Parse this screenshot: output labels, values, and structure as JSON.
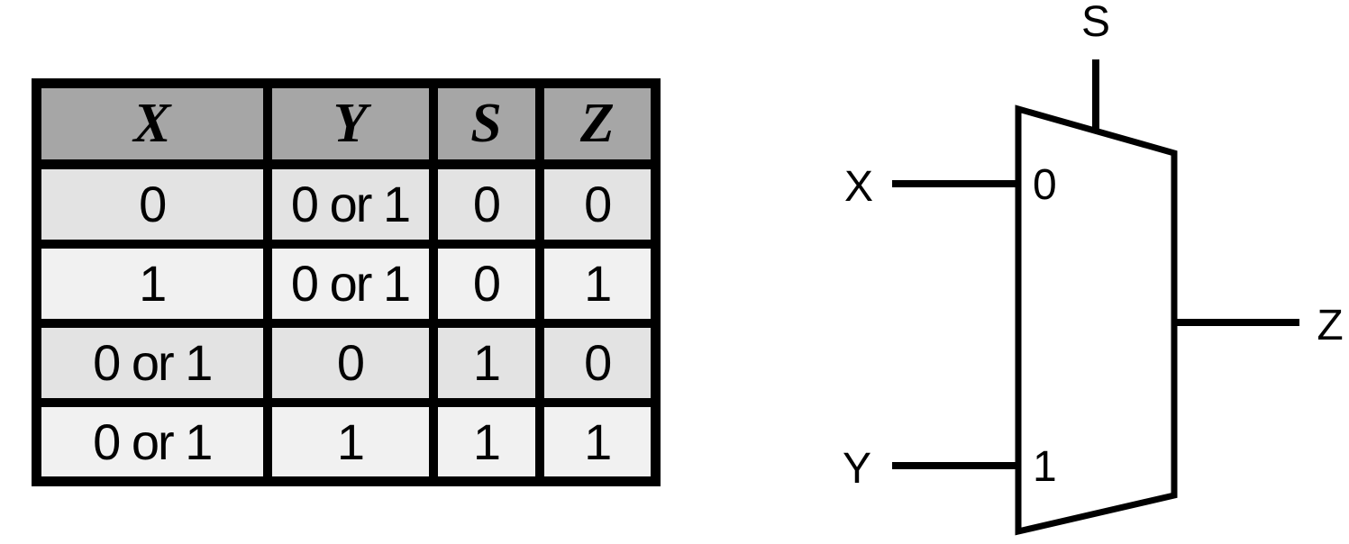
{
  "figure": {
    "description": "2-to-1 multiplexer truth table and schematic symbol"
  },
  "table": {
    "headers": [
      "X",
      "Y",
      "S",
      "Z"
    ],
    "rows": [
      [
        "0",
        "0 or 1",
        "0",
        "0"
      ],
      [
        "1",
        "0 or 1",
        "0",
        "1"
      ],
      [
        "0 or 1",
        "0",
        "1",
        "0"
      ],
      [
        "0 or 1",
        "1",
        "1",
        "1"
      ]
    ]
  },
  "diagram": {
    "select_label": "S",
    "input_x_label": "X",
    "input_y_label": "Y",
    "output_z_label": "Z",
    "port0_label": "0",
    "port1_label": "1"
  },
  "colors": {
    "header_bg": "#a6a6a6",
    "row_odd_bg": "#e3e3e3",
    "row_even_bg": "#f1f1f1",
    "line_color": "#000000",
    "mux_fill": "#ffffff",
    "page_bg": "#ffffff"
  }
}
